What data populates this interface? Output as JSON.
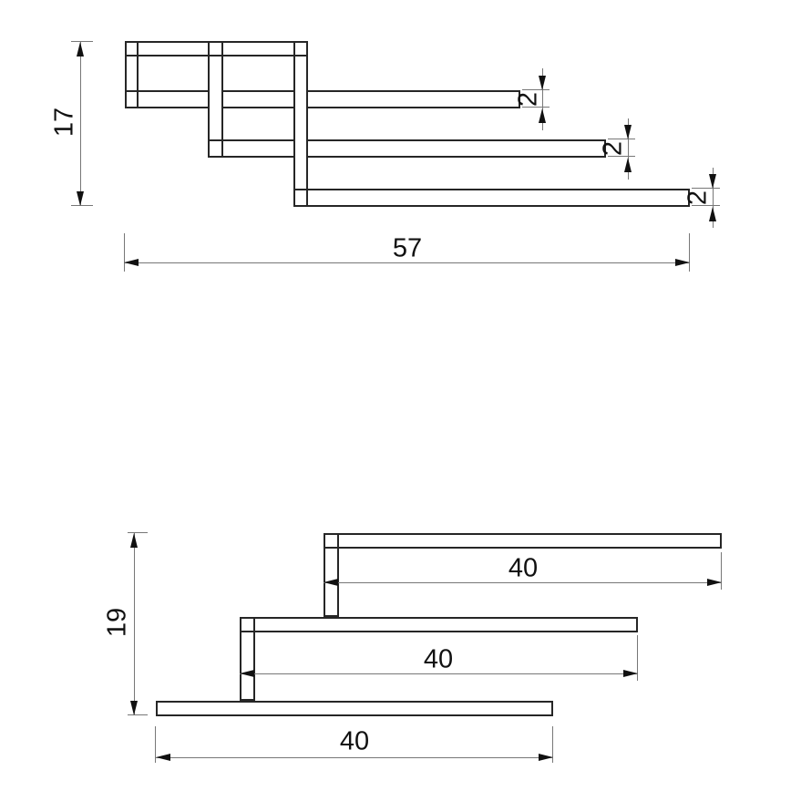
{
  "colors": {
    "background": "#ffffff",
    "part_outline": "#262626",
    "dimension_line": "#777777",
    "text": "#111111"
  },
  "top_view": {
    "overall_height_label": "17",
    "overall_width_label": "57",
    "arm_thickness_labels": [
      "2",
      "2",
      "2"
    ]
  },
  "front_view": {
    "overall_height_label": "19",
    "arm_length_labels": [
      "40",
      "40",
      "40"
    ]
  }
}
